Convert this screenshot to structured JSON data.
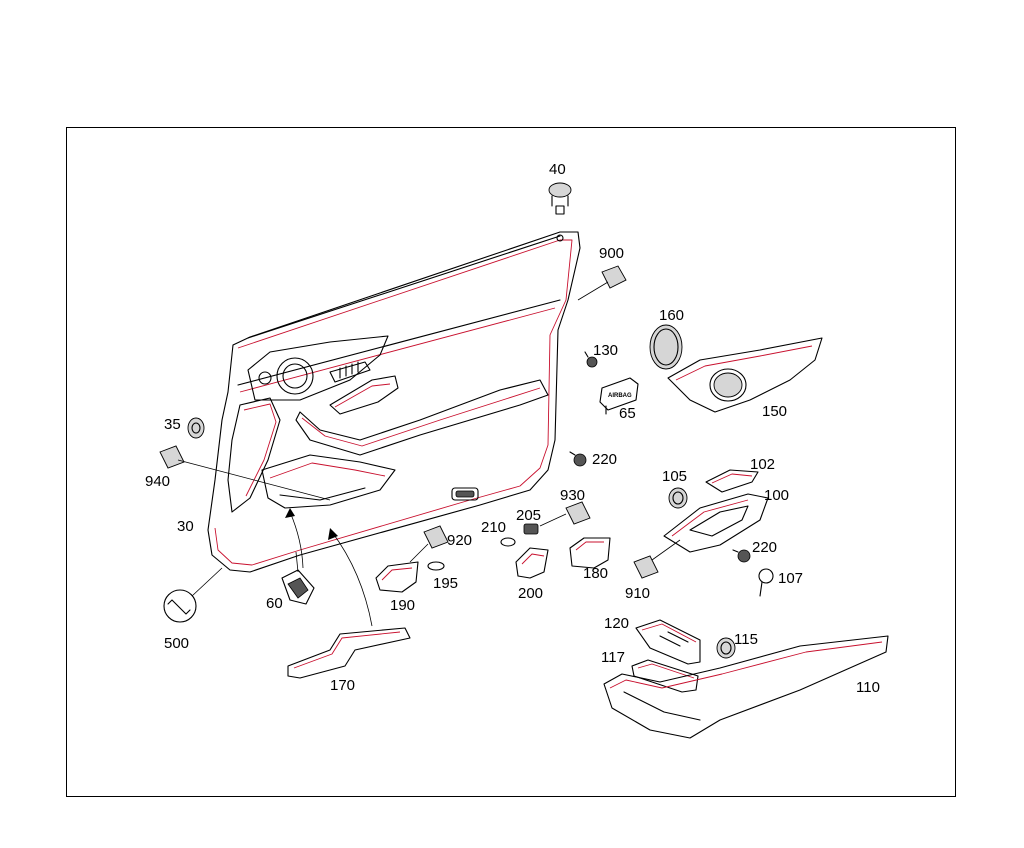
{
  "diagram": {
    "labels": [
      {
        "id": "p40",
        "text": "40"
      },
      {
        "id": "p900",
        "text": "900"
      },
      {
        "id": "p160",
        "text": "160"
      },
      {
        "id": "p130",
        "text": "130"
      },
      {
        "id": "p150",
        "text": "150"
      },
      {
        "id": "p65",
        "text": "65"
      },
      {
        "id": "p35",
        "text": "35"
      },
      {
        "id": "p940",
        "text": "940"
      },
      {
        "id": "p220a",
        "text": "220"
      },
      {
        "id": "p105",
        "text": "105"
      },
      {
        "id": "p102",
        "text": "102"
      },
      {
        "id": "p100",
        "text": "100"
      },
      {
        "id": "p930",
        "text": "930"
      },
      {
        "id": "p30",
        "text": "30"
      },
      {
        "id": "p205",
        "text": "205"
      },
      {
        "id": "p210",
        "text": "210"
      },
      {
        "id": "p920",
        "text": "920"
      },
      {
        "id": "p220b",
        "text": "220"
      },
      {
        "id": "p107",
        "text": "107"
      },
      {
        "id": "p195",
        "text": "195"
      },
      {
        "id": "p180",
        "text": "180"
      },
      {
        "id": "p910",
        "text": "910"
      },
      {
        "id": "p60",
        "text": "60"
      },
      {
        "id": "p190",
        "text": "190"
      },
      {
        "id": "p200",
        "text": "200"
      },
      {
        "id": "p120",
        "text": "120"
      },
      {
        "id": "p115",
        "text": "115"
      },
      {
        "id": "p500",
        "text": "500"
      },
      {
        "id": "p117",
        "text": "117"
      },
      {
        "id": "p170",
        "text": "170"
      },
      {
        "id": "p110",
        "text": "110"
      }
    ],
    "airbag_badge": "AIRBAG"
  }
}
